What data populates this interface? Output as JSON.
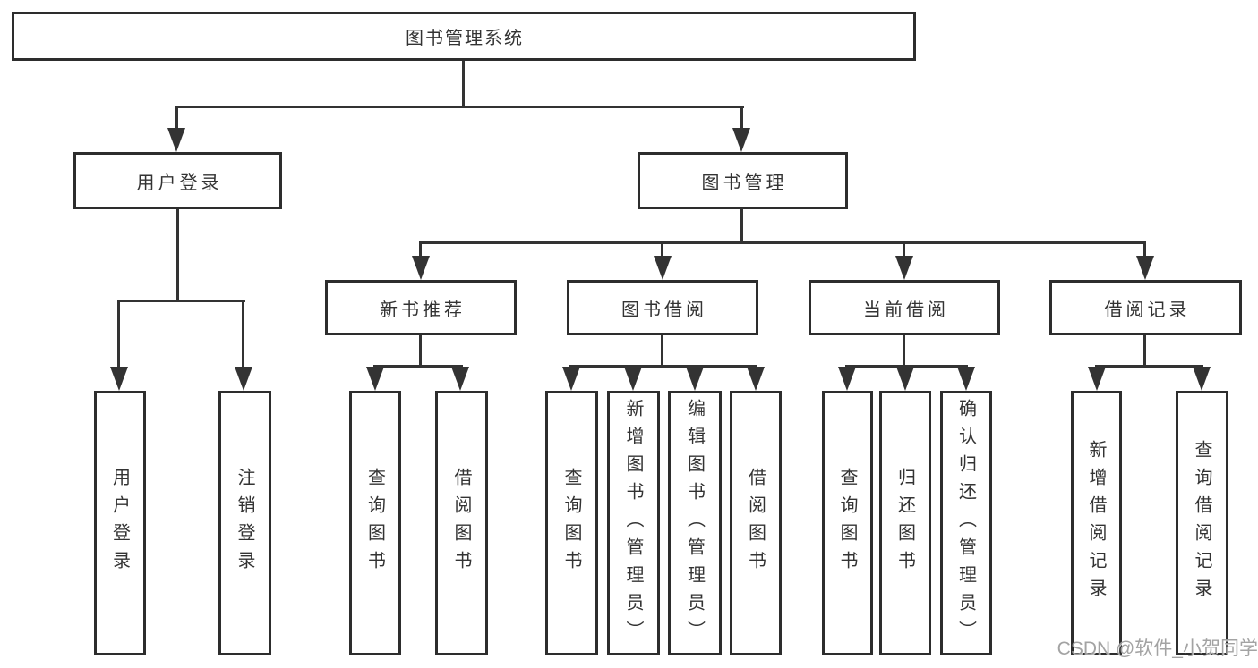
{
  "tree": {
    "root": "图书管理系统",
    "children": [
      {
        "label": "用户登录",
        "children": [
          "用户登录",
          "注销登录"
        ]
      },
      {
        "label": "图书管理",
        "children": [
          {
            "label": "新书推荐",
            "children": [
              "查询图书",
              "借阅图书"
            ]
          },
          {
            "label": "图书借阅",
            "children": [
              "查询图书",
              "新增图书（管理员）",
              "编辑图书（管理员）",
              "借阅图书"
            ]
          },
          {
            "label": "当前借阅",
            "children": [
              "查询图书",
              "归还图书",
              "确认归还（管理员）"
            ]
          },
          {
            "label": "借阅记录",
            "children": [
              "新增借阅记录",
              "查询借阅记录"
            ]
          }
        ]
      }
    ]
  },
  "watermark": {
    "text": "CSDN @软件_小贺同学"
  },
  "colors": {
    "line": "#333333",
    "border": "#2d2d2d",
    "text": "#333333",
    "background": "#ffffff",
    "watermark": "#9e9e9e"
  }
}
